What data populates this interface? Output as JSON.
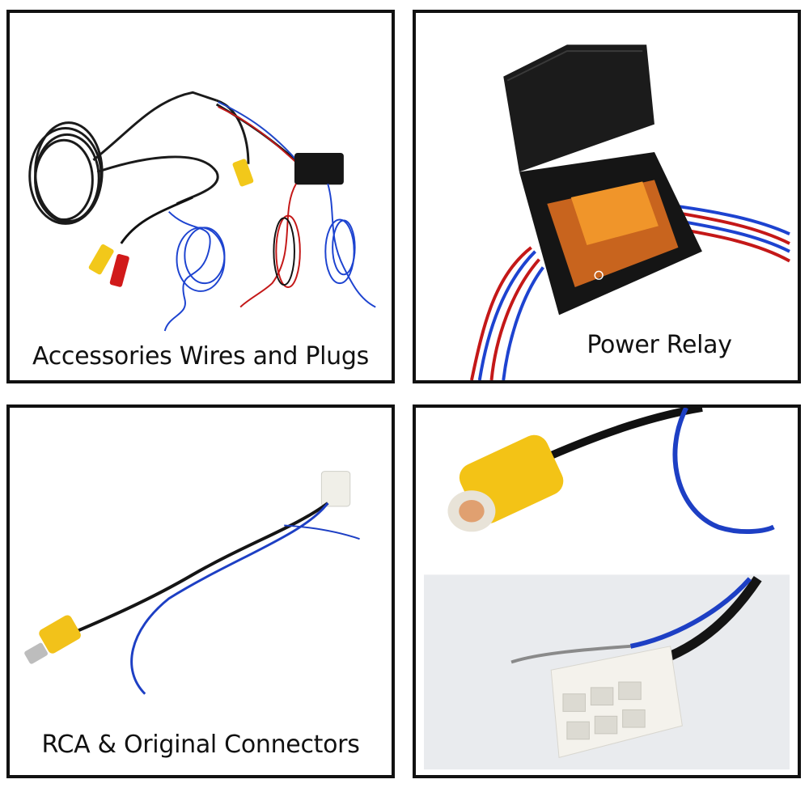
{
  "panels": [
    {
      "caption": "Accessories Wires and Plugs",
      "illustration": "wire-kit-photo"
    },
    {
      "caption": "Power Relay",
      "illustration": "relay-box-photo"
    },
    {
      "caption": "RCA & Original Connectors",
      "illustration": "harness-photo"
    },
    {
      "caption": "",
      "illustration": "closeup-photo"
    }
  ]
}
